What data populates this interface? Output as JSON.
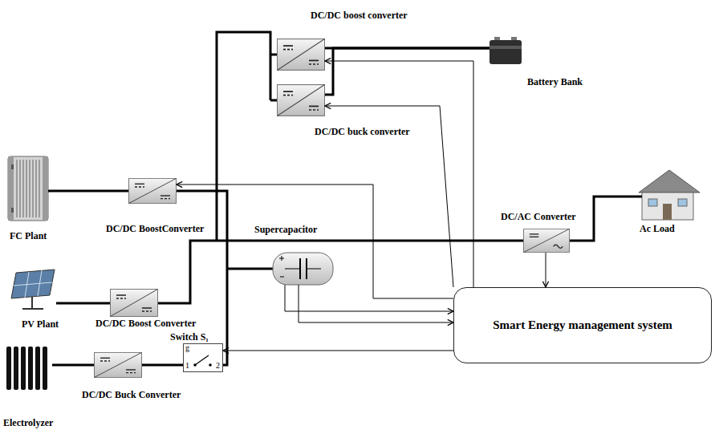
{
  "diagram": {
    "nodes": [
      {
        "text": [
          "DC/DC boost converter"
        ]
      },
      {
        "text": [
          "DC/DC buck converter"
        ]
      },
      {
        "text": [
          "Battery Bank"
        ]
      },
      {
        "text": [
          "FC Plant"
        ]
      },
      {
        "text": [
          "DC/DC BoostConverter"
        ]
      },
      {
        "text": [
          "Supercapacitor"
        ]
      },
      {
        "text": [
          "DC/AC Converter"
        ]
      },
      {
        "text": [
          "Ac Load"
        ]
      },
      {
        "text": [
          "PV Plant"
        ]
      },
      {
        "text": [
          "DC/DC Boost Converter"
        ]
      },
      {
        "text": [
          "Switch S₁"
        ]
      },
      {
        "text": [
          "Smart Energy management system"
        ]
      },
      {
        "text": [
          "Electrolyzer"
        ]
      },
      {
        "text": [
          "DC/DC Buck Converter"
        ]
      }
    ],
    "edges": [
      {
        "from": 3,
        "to": 4,
        "arrow": "none"
      },
      {
        "from": 8,
        "to": 9,
        "arrow": "none"
      },
      {
        "from": 12,
        "to": 13,
        "arrow": "none"
      },
      {
        "from": 13,
        "to": 10,
        "arrow": "none"
      },
      {
        "from": 6,
        "to": 7,
        "arrow": "none"
      },
      {
        "from": 2,
        "to": 0,
        "arrow": "none"
      },
      {
        "from": 2,
        "to": 1,
        "arrow": "none"
      },
      {
        "from": 11,
        "to": 0,
        "arrow": "to"
      },
      {
        "from": 11,
        "to": 1,
        "arrow": "to"
      },
      {
        "from": 11,
        "to": 4,
        "arrow": "to"
      },
      {
        "from": 5,
        "to": 11,
        "arrow": "to"
      },
      {
        "from": 5,
        "to": 11,
        "arrow": "to"
      },
      {
        "from": 6,
        "to": 11,
        "arrow": "to"
      },
      {
        "from": 11,
        "to": 10,
        "arrow": "to"
      }
    ],
    "labels": [
      "g",
      "1",
      "2"
    ]
  }
}
